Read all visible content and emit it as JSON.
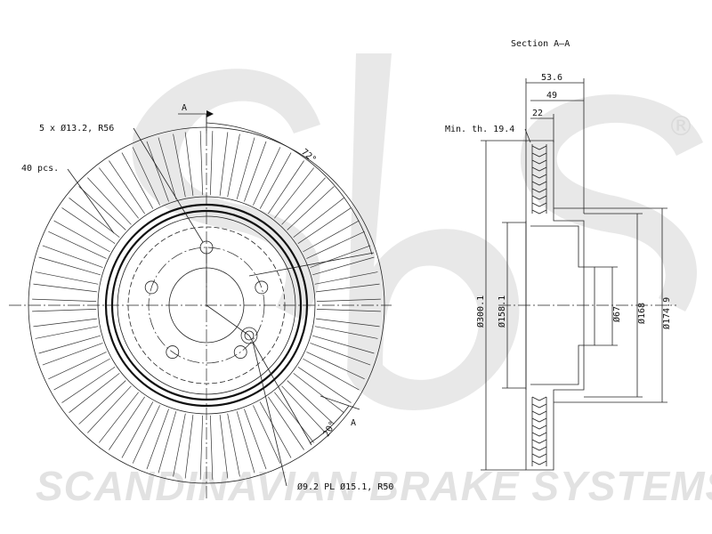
{
  "watermark": {
    "text": "SCANDINAVIAN BRAKE SYSTEMS",
    "logo_text": "sbs",
    "registered_mark": "®"
  },
  "front_view": {
    "bolt_holes_label": "5 x Ø13.2, R56",
    "vanes_label": "40 pcs.",
    "locating_hole_label": "Ø9.2 PL Ø15.1, R50",
    "angle_72_label": "72°",
    "angle_20_label": "20°",
    "section_mark_top": "A",
    "section_mark_bottom": "A",
    "vane_count": 40,
    "bolt_hole_count": 5
  },
  "section_view": {
    "title": "Section A–A",
    "min_thickness_label": "Min. th. 19.4",
    "dim_53_6": "53.6",
    "dim_49": "49",
    "dim_22": "22",
    "dia_300_1": "Ø300.1",
    "dia_158_1": "Ø158.1",
    "dia_67": "Ø67",
    "dia_168": "Ø168",
    "dia_174_9": "Ø174.9"
  }
}
